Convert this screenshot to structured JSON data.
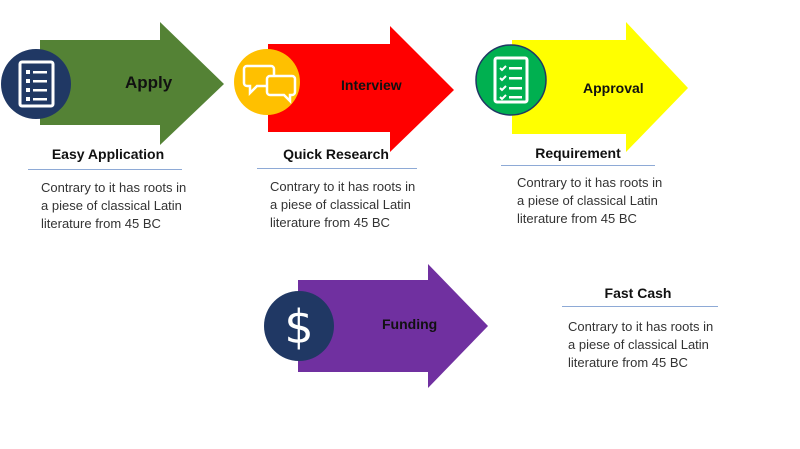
{
  "steps": [
    {
      "label": "Apply",
      "heading": "Easy Application",
      "description": "Contrary to it has roots in a piese of classical Latin literature from 45 BC",
      "arrow_color": "#548235",
      "circle_color": "#203864",
      "icon": "document-list-icon"
    },
    {
      "label": "Interview",
      "heading": "Quick Research",
      "description": "Contrary to it has roots in a piese of classical Latin literature from 45 BC",
      "arrow_color": "#ff0000",
      "circle_color": "#ffc000",
      "icon": "chat-bubbles-icon"
    },
    {
      "label": "Approval",
      "heading": "Requirement",
      "description": "Contrary to it has roots in a piese of classical Latin literature from 45 BC",
      "arrow_color": "#ffff00",
      "circle_color": "#00b050",
      "icon": "checklist-icon"
    },
    {
      "label": "Funding",
      "heading": "Fast Cash",
      "description": "Contrary to it has roots in a piese of classical Latin literature from 45 BC",
      "arrow_color": "#7030a0",
      "circle_color": "#203864",
      "icon": "dollar-icon"
    }
  ],
  "rule_color": "#8eaad6"
}
